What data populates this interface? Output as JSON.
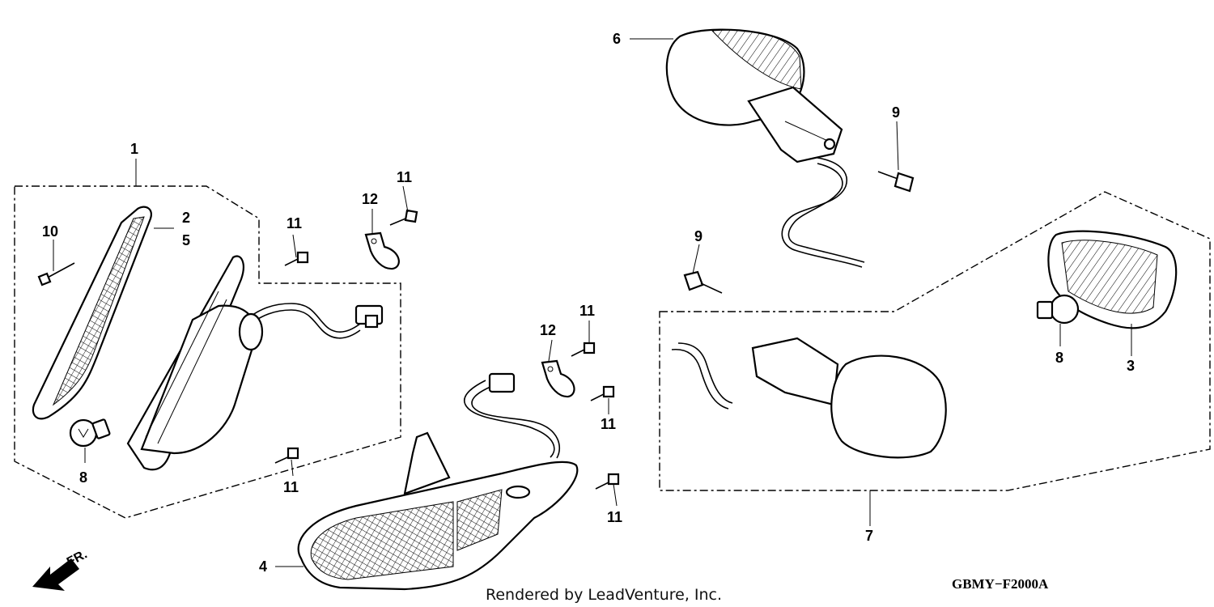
{
  "diagram": {
    "part_labels": {
      "p1": "1",
      "p2": "2",
      "p5": "5",
      "p3": "3",
      "p4": "4",
      "p6": "6",
      "p7": "7",
      "p8a": "8",
      "p8b": "8",
      "p9a": "9",
      "p9b": "9",
      "p10": "10",
      "p11a": "11",
      "p11b": "11",
      "p11c": "11",
      "p11d": "11",
      "p11e": "11",
      "p11f": "11",
      "p12a": "12",
      "p12b": "12"
    },
    "direction_label": "FR.",
    "credit": "Rendered by LeadVenture, Inc.",
    "diagram_code": "GBMY−F2000A"
  }
}
